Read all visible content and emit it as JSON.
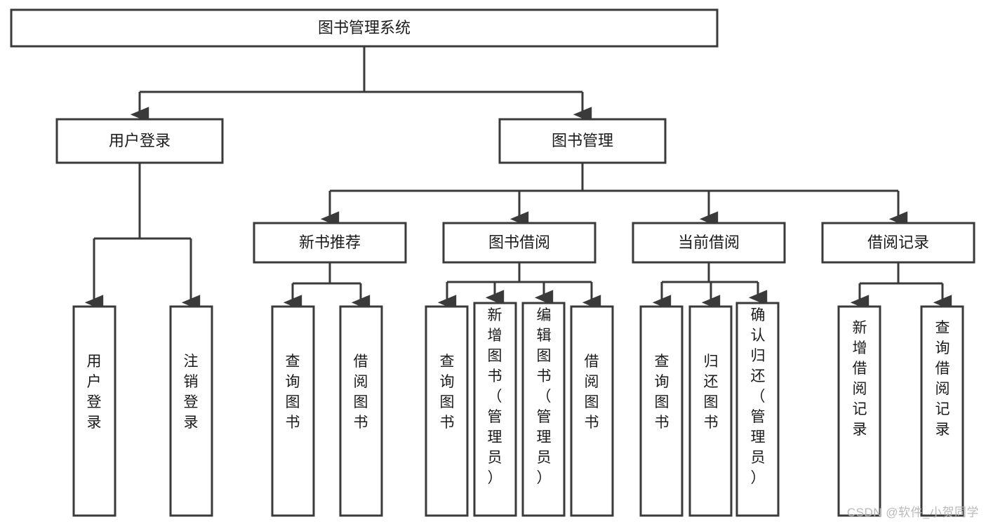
{
  "diagram": {
    "title": "图书管理系统",
    "type": "hierarchy-tree",
    "orientation": "top-down",
    "colors": {
      "box_stroke": "#3a3a3a",
      "box_fill": "#ffffff",
      "text": "#1b1b1b",
      "background": "#ffffff",
      "watermark": "#b9b9b9"
    },
    "levels": [
      {
        "level": 1,
        "nodes": [
          {
            "id": "root",
            "label": "图书管理系统",
            "orientation": "horizontal"
          }
        ]
      },
      {
        "level": 2,
        "nodes": [
          {
            "id": "login",
            "label": "用户登录",
            "orientation": "horizontal",
            "parent": "root"
          },
          {
            "id": "bookmgmt",
            "label": "图书管理",
            "orientation": "horizontal",
            "parent": "root"
          }
        ]
      },
      {
        "level": 3,
        "nodes": [
          {
            "id": "newbook",
            "label": "新书推荐",
            "orientation": "horizontal",
            "parent": "bookmgmt"
          },
          {
            "id": "borrow",
            "label": "图书借阅",
            "orientation": "horizontal",
            "parent": "bookmgmt"
          },
          {
            "id": "current",
            "label": "当前借阅",
            "orientation": "horizontal",
            "parent": "bookmgmt"
          },
          {
            "id": "records",
            "label": "借阅记录",
            "orientation": "horizontal",
            "parent": "bookmgmt"
          }
        ]
      },
      {
        "level": 4,
        "nodes": [
          {
            "id": "leaf-user-login",
            "label": "用户登录",
            "orientation": "vertical",
            "parent": "login"
          },
          {
            "id": "leaf-logout",
            "label": "注销登录",
            "orientation": "vertical",
            "parent": "login"
          },
          {
            "id": "leaf-query-book-1",
            "label": "查询图书",
            "orientation": "vertical",
            "parent": "newbook"
          },
          {
            "id": "leaf-borrow-book-1",
            "label": "借阅图书",
            "orientation": "vertical",
            "parent": "newbook"
          },
          {
            "id": "leaf-query-book-2",
            "label": "查询图书",
            "orientation": "vertical",
            "parent": "borrow"
          },
          {
            "id": "leaf-add-book",
            "label": "新增图书（管理员）",
            "orientation": "vertical",
            "parent": "borrow"
          },
          {
            "id": "leaf-edit-book",
            "label": "编辑图书（管理员）",
            "orientation": "vertical",
            "parent": "borrow"
          },
          {
            "id": "leaf-borrow-book-2",
            "label": "借阅图书",
            "orientation": "vertical",
            "parent": "borrow"
          },
          {
            "id": "leaf-query-book-3",
            "label": "查询图书",
            "orientation": "vertical",
            "parent": "current"
          },
          {
            "id": "leaf-return-book",
            "label": "归还图书",
            "orientation": "vertical",
            "parent": "current"
          },
          {
            "id": "leaf-confirm-return",
            "label": "确认归还（管理员）",
            "orientation": "vertical",
            "parent": "current"
          },
          {
            "id": "leaf-add-record",
            "label": "新增借阅记录",
            "orientation": "vertical",
            "parent": "records"
          },
          {
            "id": "leaf-query-record",
            "label": "查询借阅记录",
            "orientation": "vertical",
            "parent": "records"
          }
        ]
      }
    ]
  },
  "watermark": {
    "text": "CSDN @软件_小贺同学"
  }
}
